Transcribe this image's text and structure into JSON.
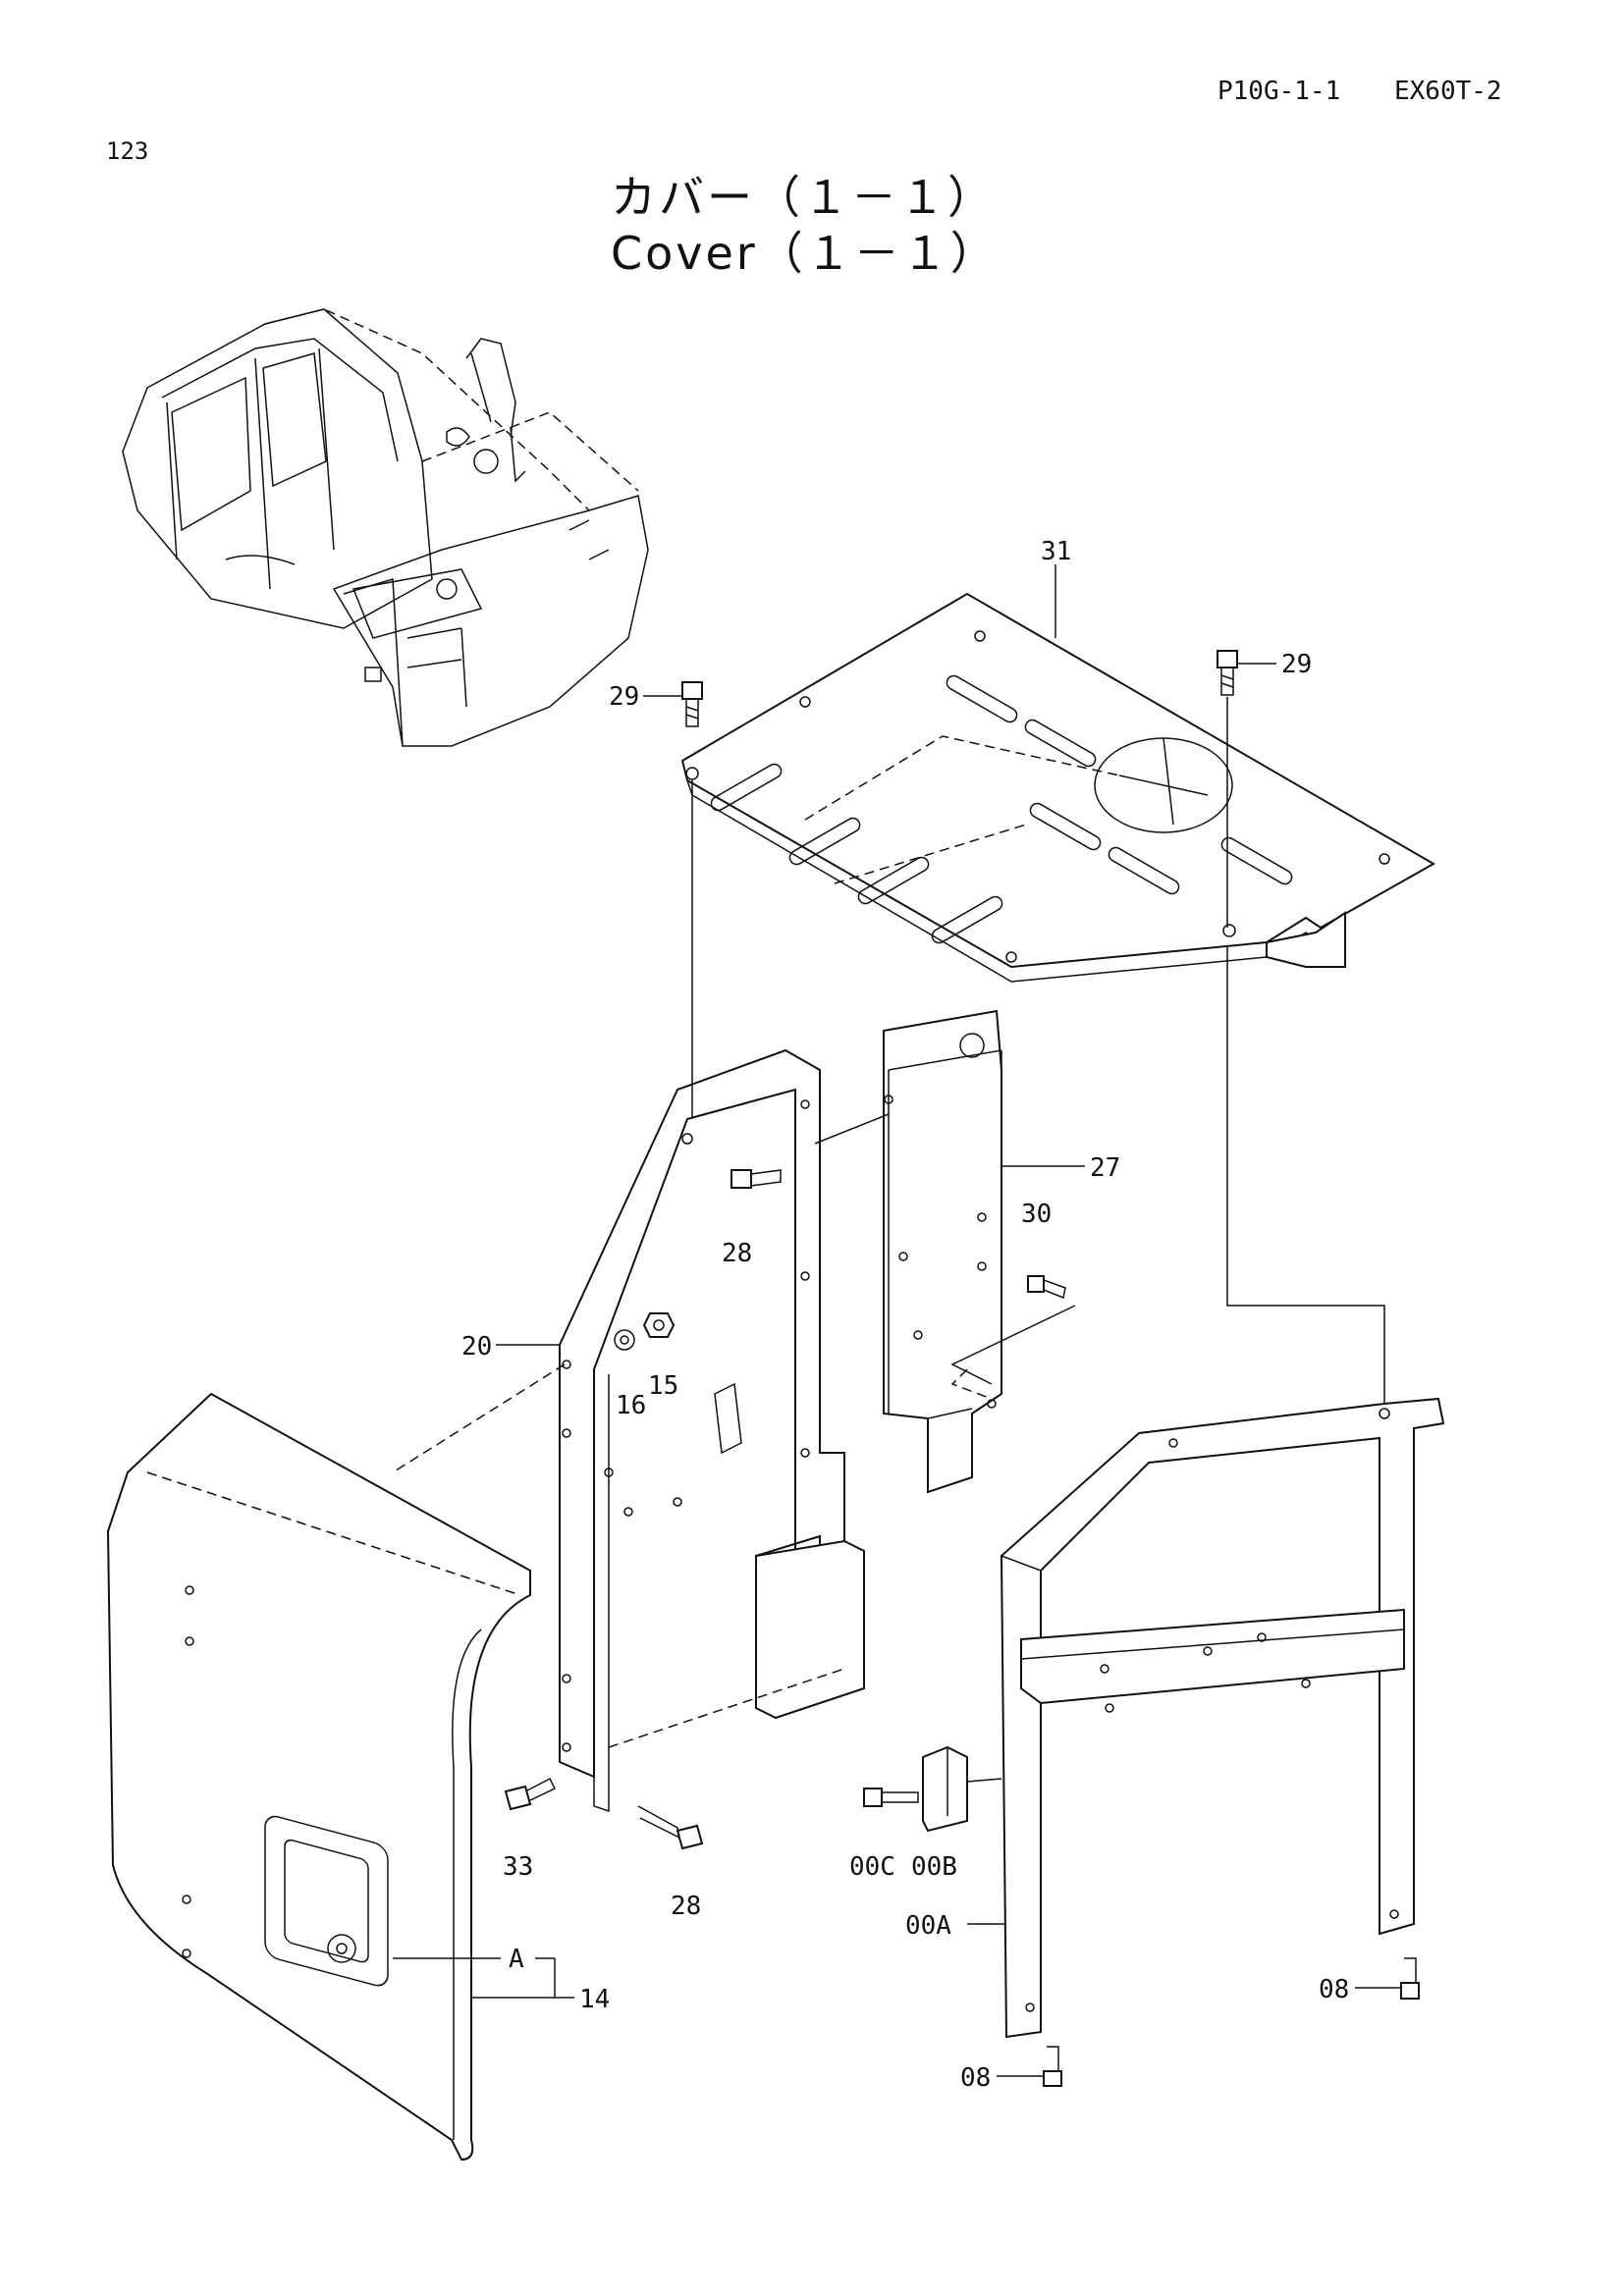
{
  "header": {
    "page_code": "P10G-1-1",
    "model_code": "EX60T-2",
    "page_number": "123"
  },
  "title": {
    "japanese": "カバー（１－１）",
    "english": "Cover（１－１）"
  },
  "callouts": {
    "p31": "31",
    "p29a": "29",
    "p29b": "29",
    "p27": "27",
    "p30": "30",
    "p28a": "28",
    "p20": "20",
    "p16": "16",
    "p15": "15",
    "p33": "33",
    "p28b": "28",
    "p00c": "00C",
    "p00b": "00B",
    "p00a": "00A",
    "pA": "A",
    "p14": "14",
    "p08a": "08",
    "p08b": "08"
  }
}
